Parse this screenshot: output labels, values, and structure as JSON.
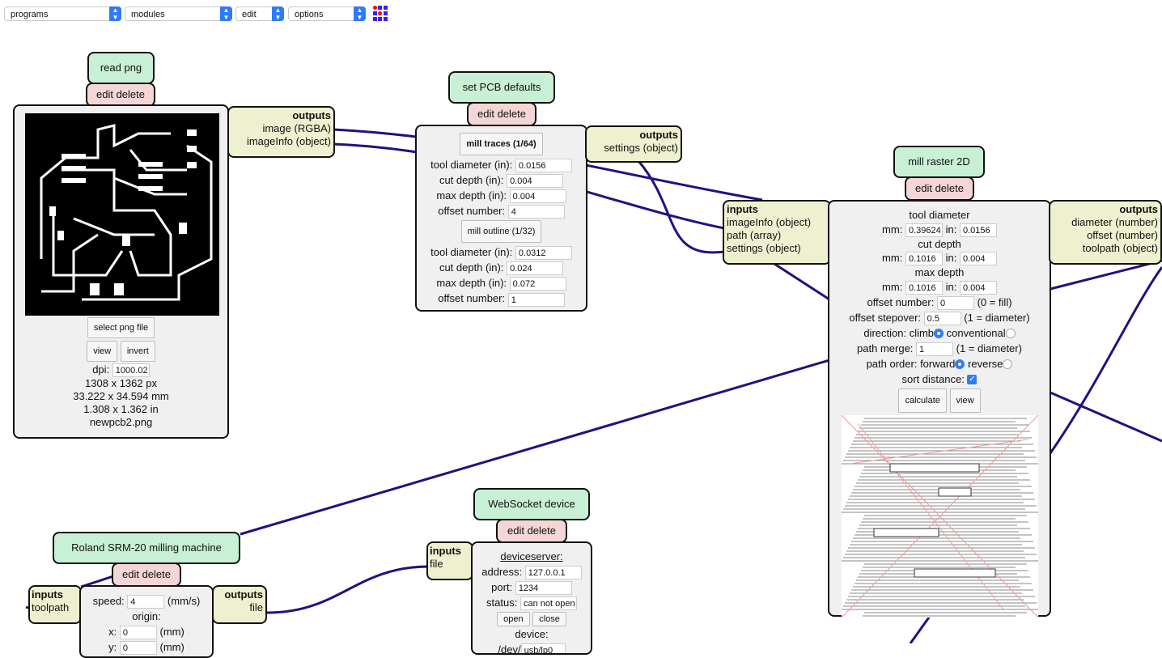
{
  "menu": {
    "programs": "programs",
    "modules": "modules",
    "edit": "edit",
    "options": "options"
  },
  "common": {
    "edit_delete": "edit delete",
    "outputs": "outputs",
    "inputs": "inputs"
  },
  "read_png": {
    "title": "read png",
    "outputs": [
      "image (RGBA)",
      "imageInfo (object)"
    ],
    "select": "select png file",
    "view": "view",
    "invert": "invert",
    "dpi_label": "dpi:",
    "dpi": "1000.02",
    "px": "1308 x 1362 px",
    "mm": "33.222 x 34.594 mm",
    "in": "1.308 x 1.362 in",
    "file": "newpcb2.png"
  },
  "pcb": {
    "title": "set PCB defaults",
    "outputs": [
      "settings (object)"
    ],
    "traces": "mill traces (1/64)",
    "outline": "mill outline (1/32)",
    "labels": [
      "tool diameter (in):",
      "cut depth (in):",
      "max depth (in):",
      "offset number:"
    ],
    "traces_vals": [
      "0.0156",
      "0.004",
      "0.004",
      "4"
    ],
    "outline_vals": [
      "0.0312",
      "0.024",
      "0.072",
      "1"
    ]
  },
  "raster": {
    "title": "mill raster 2D",
    "inputs": [
      "imageInfo (object)",
      "path (array)",
      "settings (object)"
    ],
    "outputs": [
      "diameter (number)",
      "offset (number)",
      "toolpath (object)"
    ],
    "tool_diameter": "tool diameter",
    "cut_depth": "cut depth",
    "max_depth": "max depth",
    "mm": "mm:",
    "in": "in:",
    "td_mm": "0.39624",
    "td_in": "0.0156",
    "cd_mm": "0.1016",
    "cd_in": "0.004",
    "md_mm": "0.1016",
    "md_in": "0.004",
    "offset_number": "offset number:",
    "offset_number_val": "0",
    "offset_number_hint": "(0 = fill)",
    "stepover": "offset stepover:",
    "stepover_val": "0.5",
    "stepover_hint": "(1 = diameter)",
    "direction": "direction: climb",
    "conventional": "conventional",
    "merge": "path merge:",
    "merge_val": "1",
    "merge_hint": "(1 = diameter)",
    "order": "path order: forward",
    "reverse": "reverse",
    "sort": "sort distance:",
    "calculate": "calculate",
    "view": "view"
  },
  "roland": {
    "title": "Roland SRM-20 milling machine",
    "inputs": [
      "toolpath"
    ],
    "outputs": [
      "file"
    ],
    "speed": "speed:",
    "speed_val": "4",
    "speed_unit": "(mm/s)",
    "origin": "origin:",
    "x": "x:",
    "x_val": "0",
    "y": "y:",
    "y_val": "0",
    "unit": "(mm)"
  },
  "ws": {
    "title": "WebSocket device",
    "inputs": [
      "file"
    ],
    "server": "deviceserver:",
    "address": "address:",
    "address_val": "127.0.0.1",
    "port": "port:",
    "port_val": "1234",
    "status": "status:",
    "status_val": "can not open",
    "open": "open",
    "close": "close",
    "device": "device:",
    "dev": "/dev/",
    "dev_val": "usb/lp0"
  },
  "colors": {
    "wire": "#24107f",
    "title": "#c8f0d4",
    "edit": "#f5d6d6",
    "io": "#eef0cf",
    "accent": "#2f7bf5"
  }
}
